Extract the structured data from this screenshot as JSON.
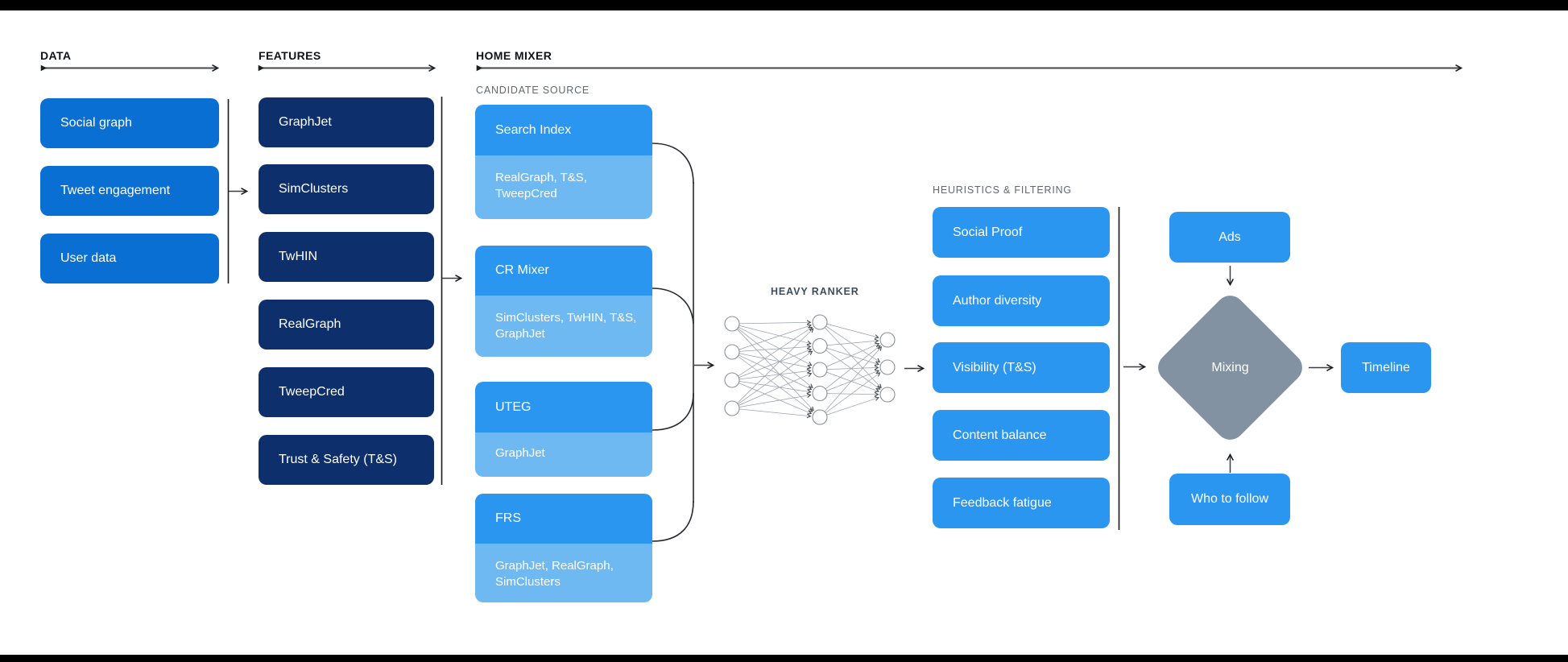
{
  "data_column": {
    "header": "DATA",
    "items": [
      "Social graph",
      "Tweet engagement",
      "User data"
    ]
  },
  "features_column": {
    "header": "FEATURES",
    "items": [
      "GraphJet",
      "SimClusters",
      "TwHIN",
      "RealGraph",
      "TweepCred",
      "Trust & Safety (T&S)"
    ]
  },
  "home_mixer": {
    "header": "HOME MIXER",
    "candidate_source": {
      "label": "CANDIDATE SOURCE",
      "items": [
        {
          "title": "Search Index",
          "features": "RealGraph, T&S, TweepCred"
        },
        {
          "title": "CR Mixer",
          "features": "SimClusters, TwHIN, T&S, GraphJet"
        },
        {
          "title": "UTEG",
          "features": "GraphJet"
        },
        {
          "title": "FRS",
          "features": "GraphJet, RealGraph, SimClusters"
        }
      ]
    },
    "heavy_ranker": {
      "label": "HEAVY RANKER",
      "layers": [
        4,
        5,
        3
      ]
    },
    "heuristics": {
      "label": "HEURISTICS & FILTERING",
      "items": [
        "Social Proof",
        "Author diversity",
        "Visibility (T&S)",
        "Content balance",
        "Feedback fatigue"
      ]
    },
    "mixing": {
      "label": "Mixing",
      "ads": "Ads",
      "who_to_follow": "Who to follow",
      "timeline": "Timeline"
    }
  },
  "colors": {
    "data_box": "#0A6FD2",
    "feature_box": "#0D2F6B",
    "candidate_title": "#2B96F0",
    "candidate_sub": "#6FB9F3",
    "filter_box": "#2B96F0",
    "diamond": "#8292A3",
    "label_gray": "#5d6974"
  }
}
